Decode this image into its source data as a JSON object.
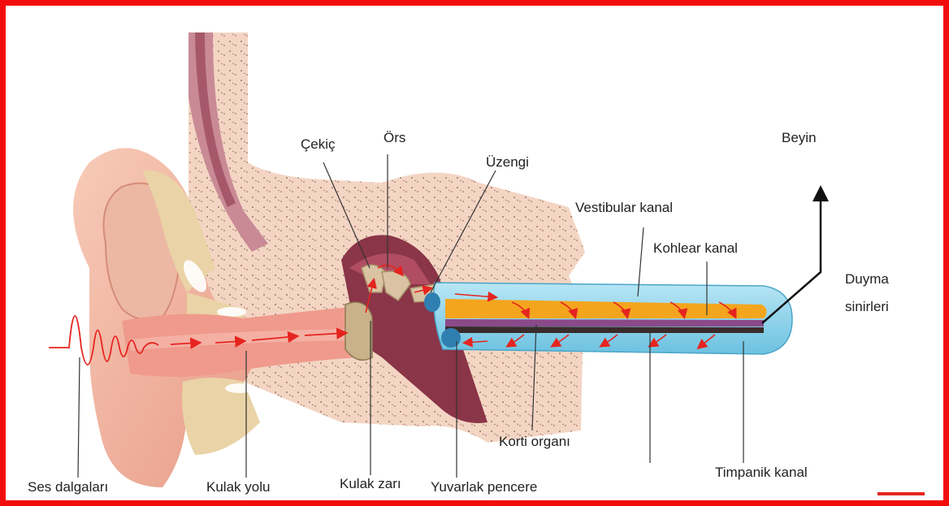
{
  "labels": {
    "cekic": "Çekiç",
    "ors": "Örs",
    "uzengi": "Üzengi",
    "beyin": "Beyin",
    "vestibular": "Vestibular kanal",
    "kohlear": "Kohlear kanal",
    "duyma_1": "Duyma",
    "duyma_2": "sinirleri",
    "korti": "Korti organı",
    "ses": "Ses dalgaları",
    "kulak_yolu": "Kulak yolu",
    "kulak_zari": "Kulak zarı",
    "yuvarlak": "Yuvarlak pencere",
    "timpanik": "Timpanik kanal"
  },
  "colors": {
    "frame": "#f20d0d",
    "skin": "#f2b5a0",
    "bone": "#f4d2c0",
    "cartilage": "#ead3a6",
    "cavity": "#8a3548",
    "cochlea_tube": "#8fd3ea",
    "cochlear_duct": "#f4a51e",
    "membrane": "#8a4a8a",
    "arrows": "#e5241f"
  }
}
